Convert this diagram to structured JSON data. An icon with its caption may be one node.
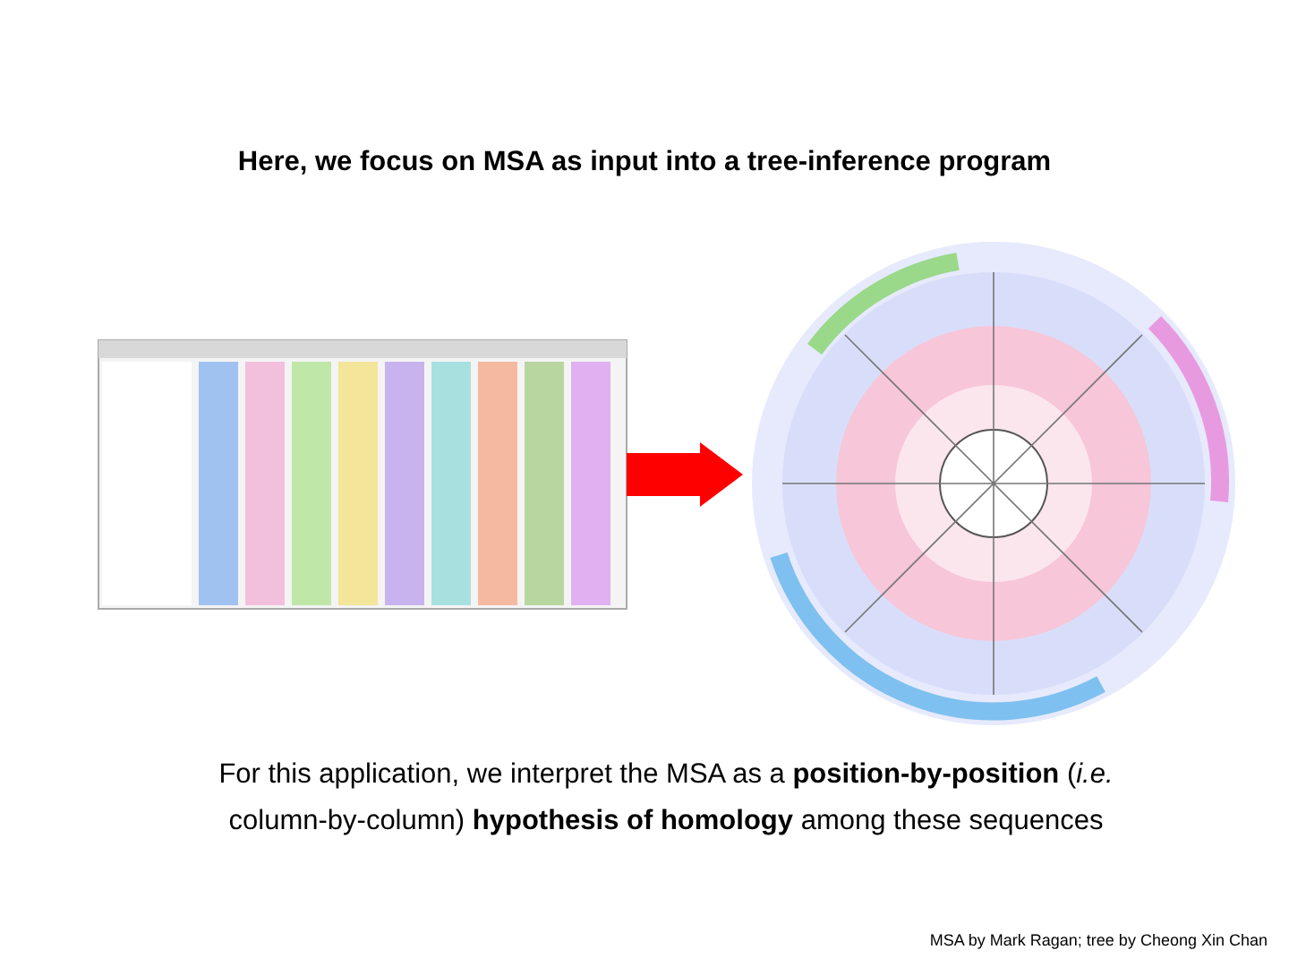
{
  "diagram": {
    "title": "Here, we focus on MSA as input into a tree-inference program",
    "nodes": [
      {
        "text": [],
        "shape": "picture"
      },
      {
        "text": [],
        "shape": "picture"
      }
    ],
    "edges": [
      {
        "from": 0,
        "to": 1,
        "arrow": "to",
        "style": "thick",
        "color": "#ff0000"
      }
    ],
    "labels": [
      "For this application, we interpret the MSA as a **position-by-position** (*i.e.* column-by-column) **hypothesis of homology** among these sequences",
      "MSA by Mark Ragan; tree by Cheong Xin Chan"
    ]
  }
}
